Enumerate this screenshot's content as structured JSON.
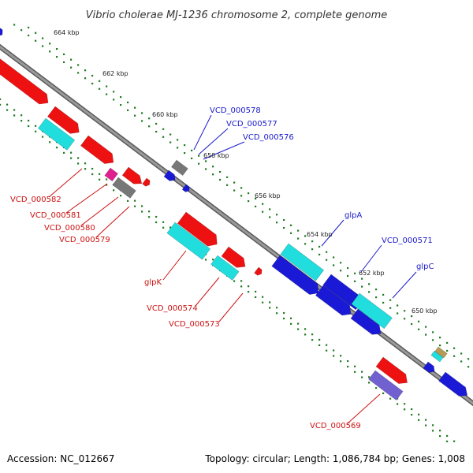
{
  "title": "Vibrio cholerae MJ-1236 chromosome 2, complete genome",
  "footer": {
    "accession": "Accession: NC_012667",
    "summary": "Topology: circular; Length: 1,086,784 bp; Genes: 1,008"
  },
  "ticks": [
    "664 kbp",
    "662 kbp",
    "660 kbp",
    "658 kbp",
    "656 kbp",
    "654 kbp",
    "652 kbp",
    "650 kbp"
  ],
  "labels": {
    "forward": [
      "VCD_000578",
      "VCD_000577",
      "VCD_000576",
      "glpA",
      "VCD_000571",
      "glpC"
    ],
    "reverse": [
      "VCD_000582",
      "VCD_000581",
      "VCD_000580",
      "VCD_000579",
      "glpK",
      "VCD_000574",
      "VCD_000573",
      "VCD_000569"
    ]
  },
  "colors": {
    "forward_label": "#1a1acc",
    "reverse_label": "#cc1111",
    "backbone": "#888888",
    "tick_dots": "#1f7a1f",
    "cds_red": "#ee1111",
    "cds_blue": "#1a1ad6",
    "cds_cyan": "#22dddd",
    "cds_gray": "#777777",
    "cds_magenta": "#e0208f",
    "cds_purple": "#7060d0",
    "cds_tan": "#b89a55"
  }
}
